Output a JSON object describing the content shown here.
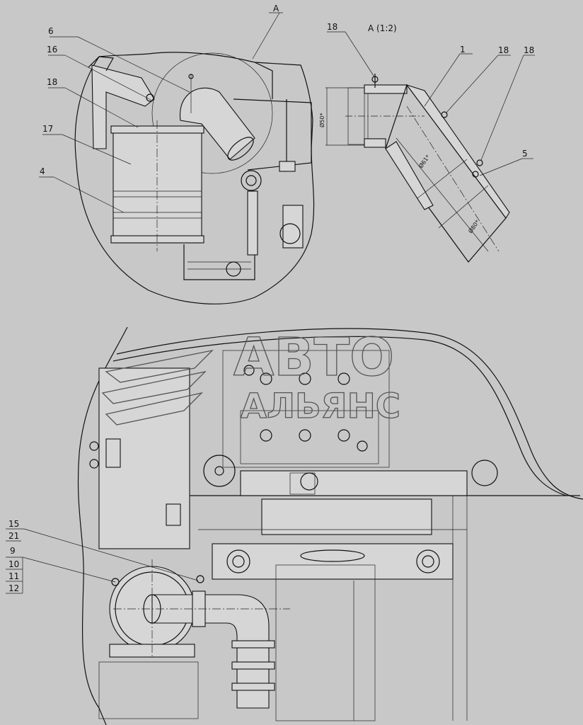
{
  "view_label": "A",
  "detail_title": "А (1:2)",
  "callouts_top": {
    "c6": "6",
    "c16": "16",
    "c18": "18",
    "c17": "17",
    "c4": "4",
    "d18a": "18",
    "d1": "1",
    "d18b": "18",
    "d18c": "18",
    "d5": "5"
  },
  "dimensions": {
    "d1": "Ø50*",
    "d2": "Ø61*",
    "d3": "Ø80*"
  },
  "callouts_bottom": {
    "c15": "15",
    "c21": "21",
    "c9": "9",
    "c10": "10",
    "c11": "11",
    "c12": "12"
  },
  "watermark": {
    "line1": "АВТО",
    "line2": "АЛЬЯНС"
  }
}
